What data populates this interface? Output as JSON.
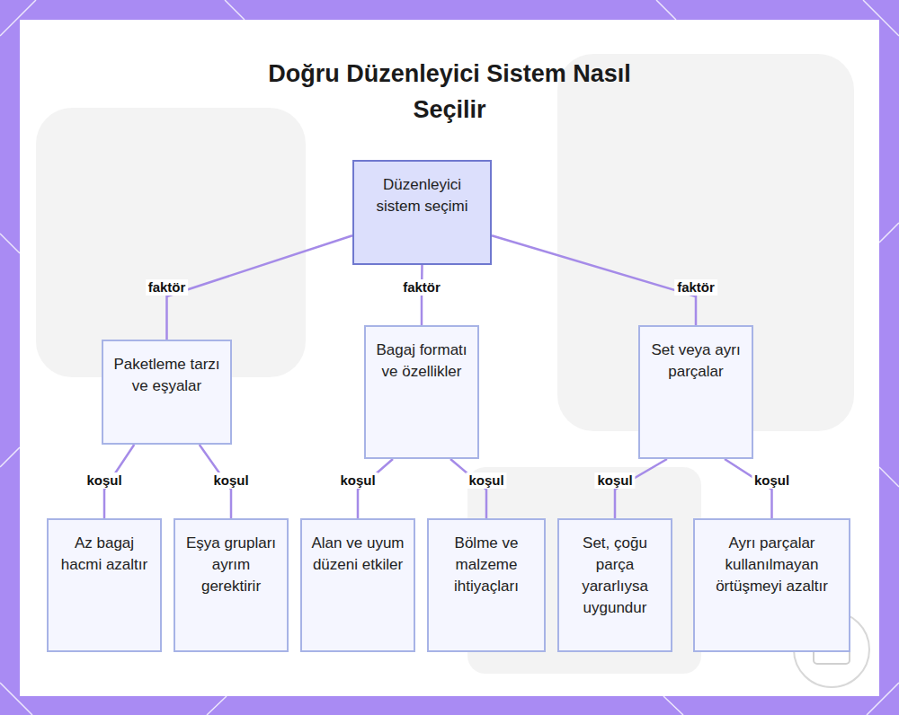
{
  "diagram": {
    "title": "Doğru Düzenleyici Sistem Nasıl Seçilir",
    "nodes": [
      {
        "text": [
          "Düzenleyici sistem seçimi"
        ]
      },
      {
        "text": [
          "Paketleme tarzı ve eşyalar"
        ]
      },
      {
        "text": [
          "Bagaj formatı ve özellikler"
        ]
      },
      {
        "text": [
          "Set veya ayrı parçalar"
        ]
      },
      {
        "text": [
          "Az bagaj hacmi azaltır"
        ]
      },
      {
        "text": [
          "Eşya grupları ayrım gerektirir"
        ]
      },
      {
        "text": [
          "Alan ve uyum düzeni etkiler"
        ]
      },
      {
        "text": [
          "Bölme ve malzeme ihtiyaçları"
        ]
      },
      {
        "text": [
          "Set, çoğu parça yararlıysa uygundur"
        ]
      },
      {
        "text": [
          "Ayrı parçalar kullanılmayan örtüşmeyi azaltır"
        ]
      }
    ],
    "edges": [
      {
        "from": 0,
        "to": 1,
        "label": "faktör",
        "arrow": "none"
      },
      {
        "from": 0,
        "to": 2,
        "label": "faktör",
        "arrow": "none"
      },
      {
        "from": 0,
        "to": 3,
        "label": "faktör",
        "arrow": "none"
      },
      {
        "from": 1,
        "to": 4,
        "label": "koşul",
        "arrow": "none"
      },
      {
        "from": 1,
        "to": 5,
        "label": "koşul",
        "arrow": "none"
      },
      {
        "from": 2,
        "to": 6,
        "label": "koşul",
        "arrow": "none"
      },
      {
        "from": 2,
        "to": 7,
        "label": "koşul",
        "arrow": "none"
      },
      {
        "from": 3,
        "to": 8,
        "label": "koşul",
        "arrow": "none"
      },
      {
        "from": 3,
        "to": 9,
        "label": "koşul",
        "arrow": "none"
      }
    ]
  }
}
